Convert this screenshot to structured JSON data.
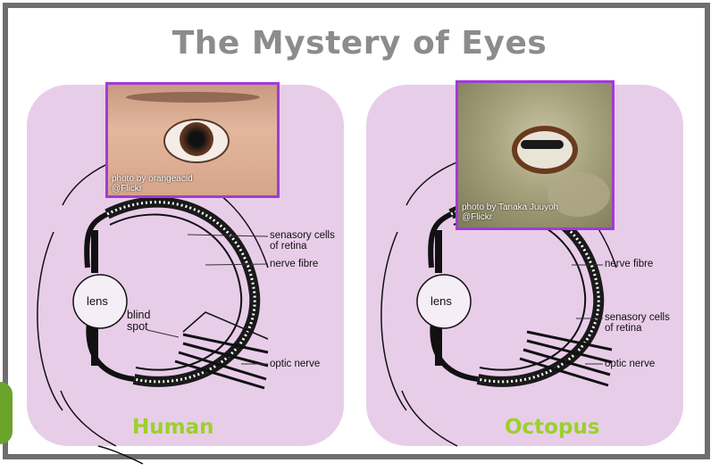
{
  "title": "The Mystery of Eyes",
  "human": {
    "caption": "Human",
    "photo_credit_line1": "photo by orangeacid",
    "photo_credit_line2": "@Flickr",
    "labels": {
      "sensory_cells": "senasory cells",
      "sensory_cells_2": "of retina",
      "nerve_fibre": "nerve fibre",
      "lens": "lens",
      "blind_spot_1": "blind",
      "blind_spot_2": "spot",
      "optic_nerve": "optic nerve"
    }
  },
  "octopus": {
    "caption": "Octopus",
    "photo_credit_line1": "photo by Tanaka Juuyoh",
    "photo_credit_line2": "@Flickr",
    "labels": {
      "nerve_fibre": "nerve fibre",
      "sensory_cells": "senasory cells",
      "sensory_cells_2": "of retina",
      "lens": "lens",
      "optic_nerve": "optic nerve"
    }
  },
  "colors": {
    "panel": "#e8cde9",
    "caption": "#9bd12a",
    "photo_border": "#a13bd6",
    "frame": "#6e6e6e",
    "title": "#8c8c8c"
  }
}
